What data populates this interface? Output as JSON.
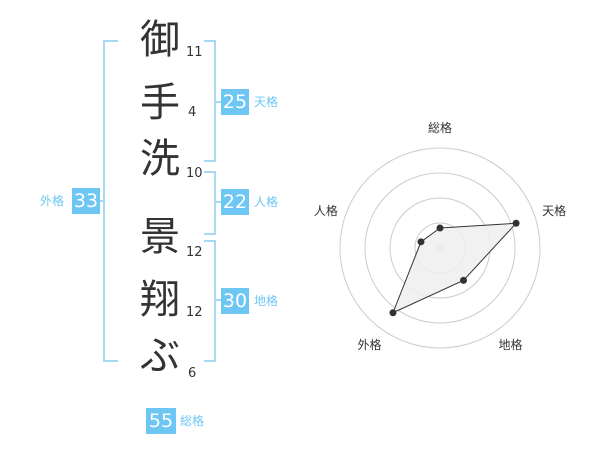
{
  "name": {
    "chars": [
      {
        "char": "御",
        "strokes": "11"
      },
      {
        "char": "手",
        "strokes": "4"
      },
      {
        "char": "洗",
        "strokes": "10"
      },
      {
        "char": "景",
        "strokes": "12"
      },
      {
        "char": "翔",
        "strokes": "12"
      },
      {
        "char": "ぶ",
        "strokes": "6"
      }
    ]
  },
  "fortune": {
    "tenkaku": {
      "value": "25",
      "label": "天格"
    },
    "jinkaku": {
      "value": "22",
      "label": "人格"
    },
    "chikaku": {
      "value": "30",
      "label": "地格"
    },
    "gaikaku": {
      "value": "33",
      "label": "外格"
    },
    "soukaku": {
      "value": "55",
      "label": "総格"
    }
  },
  "colors": {
    "accent": "#6ec6f5",
    "bracket": "#a9d8f5",
    "text": "#333333"
  },
  "chart_data": {
    "type": "radar",
    "axes": [
      "総格",
      "天格",
      "地格",
      "外格",
      "人格"
    ],
    "values": [
      1,
      4,
      2,
      4,
      1
    ],
    "range": [
      0,
      5
    ],
    "rings": 4,
    "grid": true
  }
}
